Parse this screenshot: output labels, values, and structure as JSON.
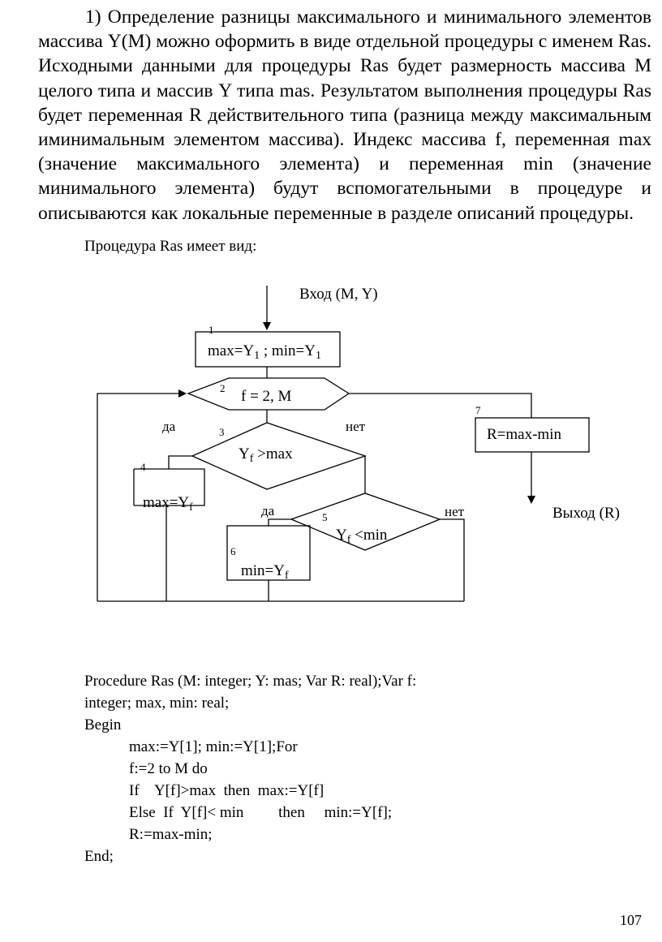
{
  "paragraph": "1) Определение разницы максимального и минимального элементов массива Y(M) можно оформить в виде отдельной процедуры с именем Ras. Исходными данными для процедуры Ras будет размерность массива M целого типа и массив Y типа mas. Результатом выполнения процедуры Ras будет переменная R действительного типа (разница между максимальным иминимальным элементом массива). Индекс массива f, переменная max (значение максимального элемента) и переменная min (значение минимального элемента) будут вспомогательными в процедуре и описываются как локальные переменные в разделе описаний процедуры.",
  "intro": "Процедура Ras имеет вид:",
  "flowchart": {
    "input_label": "Вход (M, Y)",
    "output_label": "Выход (R)",
    "block1": {
      "num": "1",
      "text_a": "max=Y",
      "sub_a": "1",
      "text_b": " ; min=Y",
      "sub_b": "1"
    },
    "block2": {
      "num": "2",
      "text": "f = 2, M"
    },
    "block3": {
      "num": "3",
      "text": "Y",
      "sub": "f",
      "text_after": " >max"
    },
    "block4": {
      "num": "4",
      "text": "max=Y",
      "sub": "f"
    },
    "block5": {
      "num": "5",
      "text": "Y",
      "sub": "f",
      "text_after": " <min"
    },
    "block6": {
      "num": "6",
      "text": "min=Y",
      "sub": "f"
    },
    "block7": {
      "num": "7",
      "text": "R=max-min"
    },
    "yes_label": "да",
    "no_label": "нет"
  },
  "code": [
    "Procedure Ras (M: integer; Y: mas; Var R: real);Var f:",
    "integer; max, min: real;",
    "Begin",
    "max:=Y[1]; min:=Y[1];For",
    "f:=2 to M do",
    "If    Y[f]>max  then  max:=Y[f]",
    "Else  If  Y[f]< min         then     min:=Y[f];",
    "R:=max-min;",
    "End;"
  ],
  "page_number": "107"
}
